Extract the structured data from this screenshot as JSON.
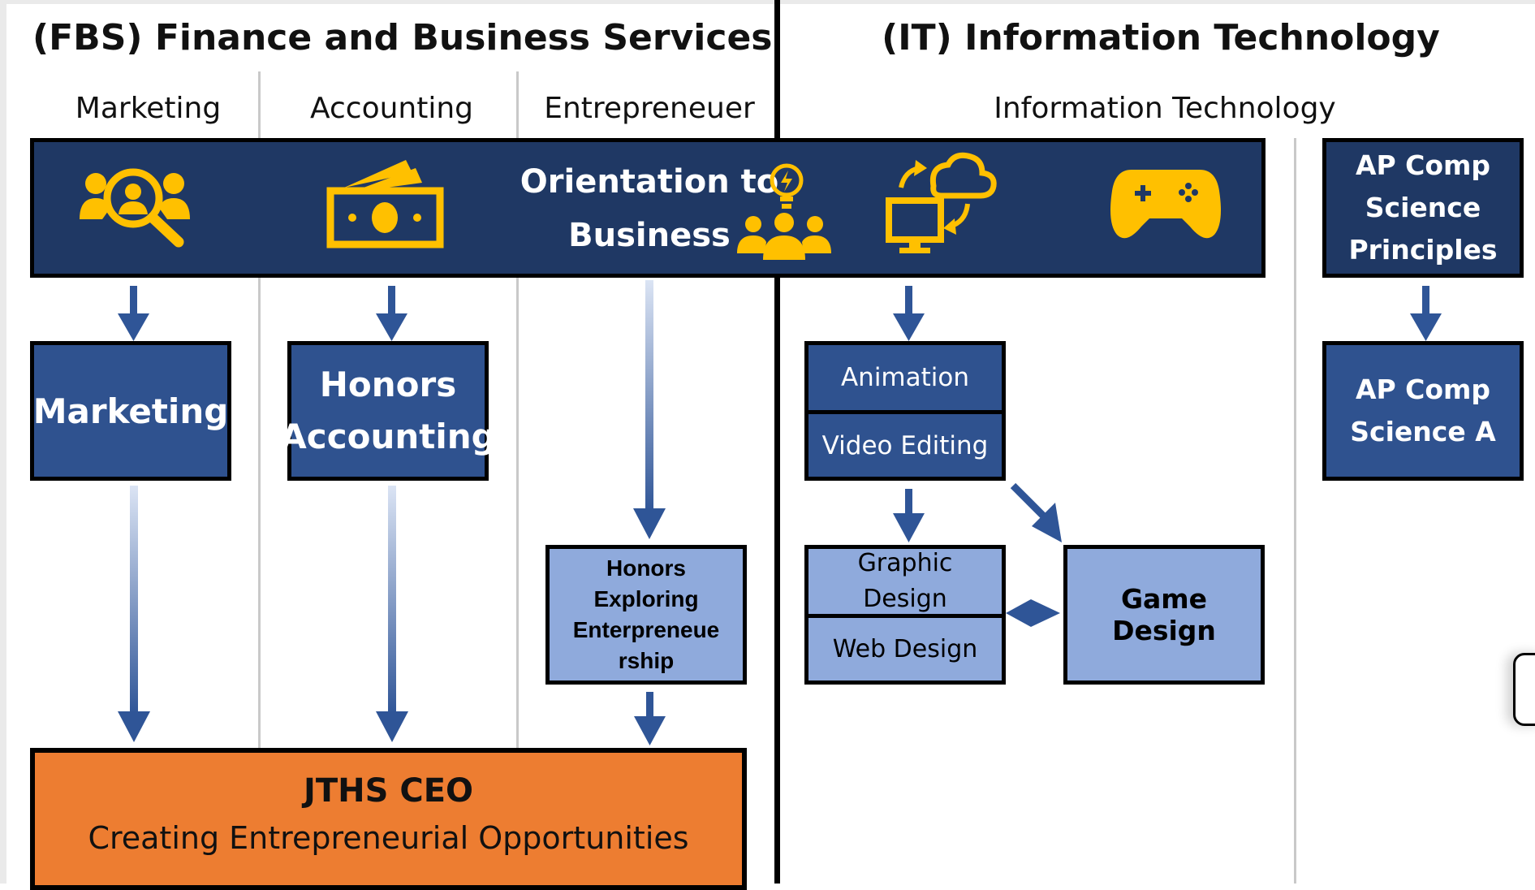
{
  "headers": {
    "fbs": "(FBS) Finance and Business Services",
    "it": "(IT) Information Technology"
  },
  "subheaders": {
    "marketing": "Marketing",
    "accounting": "Accounting",
    "entrepreneur": "Entrepreneuer",
    "it": "Information Technology"
  },
  "banner": {
    "orientation_line1": "Orientation to",
    "orientation_line2": "Business",
    "icons": [
      "people-search-icon",
      "cash-icon",
      "lightbulb-icon",
      "group-icon",
      "cloud-computer-icon",
      "gamepad-icon"
    ]
  },
  "ap_principles": {
    "line1": "AP Comp",
    "line2": "Science",
    "line3": "Principles"
  },
  "ap_a": {
    "line1": "AP Comp",
    "line2": "Science A"
  },
  "courses": {
    "marketing": "Marketing",
    "honors_accounting_line1": "Honors",
    "honors_accounting_line2": "Accounting",
    "animation": "Animation",
    "video_editing": "Video Editing",
    "honors_exploring_line1": "Honors",
    "honors_exploring_line2": "Exploring",
    "honors_exploring_line3": "Enterpreneue",
    "honors_exploring_line4": "rship",
    "graphic_design_line1": "Graphic",
    "graphic_design_line2": "Design",
    "web_design": "Web Design",
    "game_design": "Game Design"
  },
  "ceo": {
    "title": "JTHS CEO",
    "subtitle": "Creating Entrepreneurial Opportunities"
  },
  "colors": {
    "banner": "#1f3864",
    "navy_box": "#2f528f",
    "light_box": "#8faadc",
    "accent_icon": "#ffc000",
    "arrow": "#2f5597",
    "ceo": "#ed7d31"
  }
}
